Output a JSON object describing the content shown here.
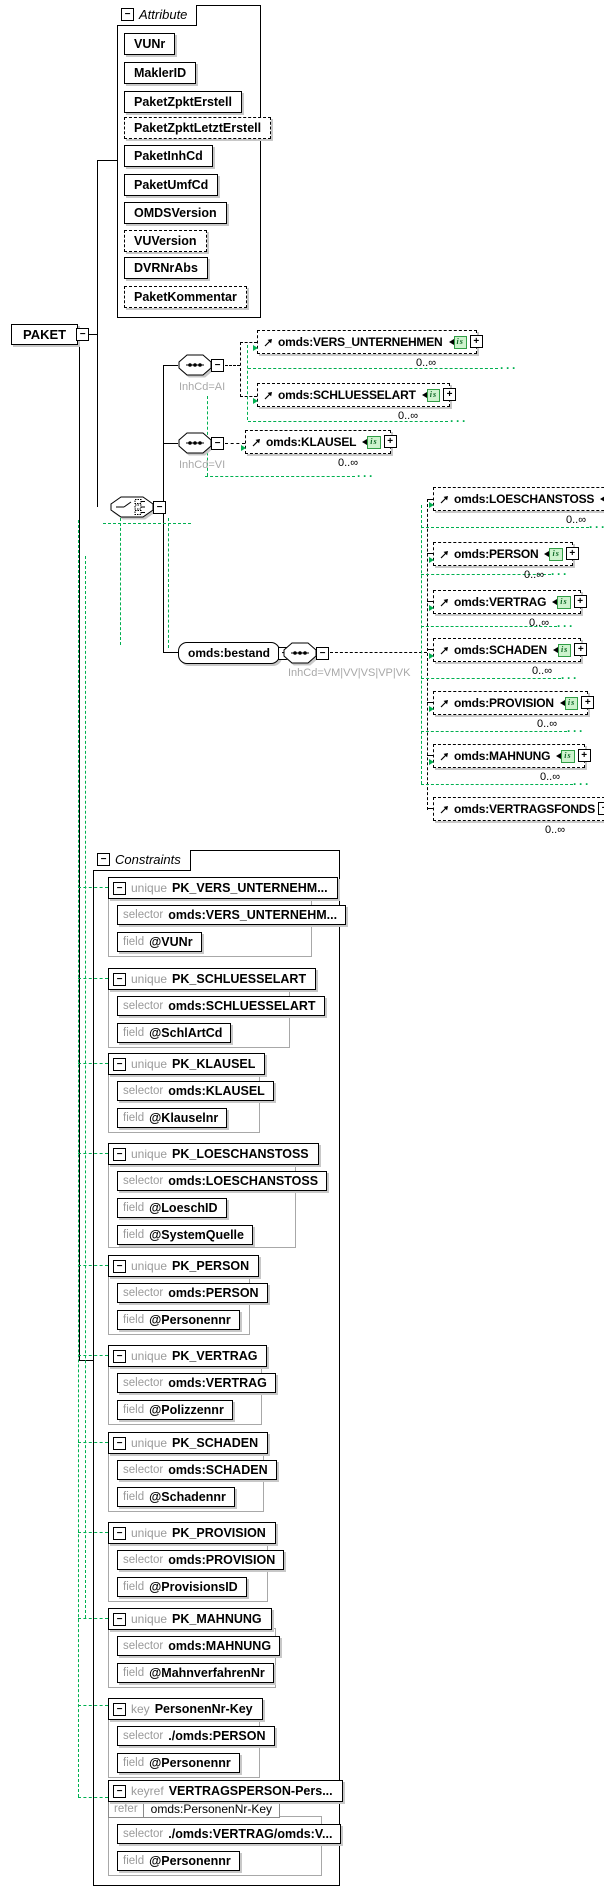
{
  "root": {
    "label": "PAKET"
  },
  "glyphs": {
    "minus": "−",
    "plus": "+",
    "dots": "···"
  },
  "attribute_section": {
    "title": "Attribute",
    "items": [
      {
        "label": "VUNr",
        "optional": false
      },
      {
        "label": "MaklerID",
        "optional": false
      },
      {
        "label": "PaketZpktErstell",
        "optional": false
      },
      {
        "label": "PaketZpktLetztErstell",
        "optional": true
      },
      {
        "label": "PaketInhCd",
        "optional": false
      },
      {
        "label": "PaketUmfCd",
        "optional": false
      },
      {
        "label": "OMDSVersion",
        "optional": false
      },
      {
        "label": "VUVersion",
        "optional": true
      },
      {
        "label": "DVRNrAbs",
        "optional": false
      },
      {
        "label": "PaketKommentar",
        "optional": true
      }
    ]
  },
  "model": {
    "badge": "is",
    "sequences": [
      {
        "label": "InhCd=AI"
      },
      {
        "label": "InhCd=VI"
      },
      {
        "label": "InhCd=VM|VV|VS|VP|VK"
      }
    ],
    "bestand": {
      "label": "omds:bestand"
    },
    "elements": [
      {
        "label": "omds:VERS_UNTERNEHMEN",
        "occurs": "0..∞"
      },
      {
        "label": "omds:SCHLUESSELART",
        "occurs": "0..∞"
      },
      {
        "label": "omds:KLAUSEL",
        "occurs": "0..∞"
      },
      {
        "label": "omds:LOESCHANSTOSS",
        "occurs": "0..∞"
      },
      {
        "label": "omds:PERSON",
        "occurs": "0..∞"
      },
      {
        "label": "omds:VERTRAG",
        "occurs": "0..∞"
      },
      {
        "label": "omds:SCHADEN",
        "occurs": "0..∞"
      },
      {
        "label": "omds:PROVISION",
        "occurs": "0..∞"
      },
      {
        "label": "omds:MAHNUNG",
        "occurs": "0..∞"
      },
      {
        "label": "omds:VERTRAGSFONDS",
        "occurs": "0..∞"
      }
    ]
  },
  "constraints_section": {
    "title": "Constraints",
    "kw_selector": "selector",
    "kw_field": "field",
    "kw_refer": "refer",
    "items": [
      {
        "kind": "unique",
        "name": "PK_VERS_UNTERNEHM...",
        "selector": "omds:VERS_UNTERNEHM...",
        "fields": [
          "@VUNr"
        ]
      },
      {
        "kind": "unique",
        "name": "PK_SCHLUESSELART",
        "selector": "omds:SCHLUESSELART",
        "fields": [
          "@SchlArtCd"
        ]
      },
      {
        "kind": "unique",
        "name": "PK_KLAUSEL",
        "selector": "omds:KLAUSEL",
        "fields": [
          "@Klauselnr"
        ]
      },
      {
        "kind": "unique",
        "name": "PK_LOESCHANSTOSS",
        "selector": "omds:LOESCHANSTOSS",
        "fields": [
          "@LoeschID",
          "@SystemQuelle"
        ]
      },
      {
        "kind": "unique",
        "name": "PK_PERSON",
        "selector": "omds:PERSON",
        "fields": [
          "@Personennr"
        ]
      },
      {
        "kind": "unique",
        "name": "PK_VERTRAG",
        "selector": "omds:VERTRAG",
        "fields": [
          "@Polizzennr"
        ]
      },
      {
        "kind": "unique",
        "name": "PK_SCHADEN",
        "selector": "omds:SCHADEN",
        "fields": [
          "@Schadennr"
        ]
      },
      {
        "kind": "unique",
        "name": "PK_PROVISION",
        "selector": "omds:PROVISION",
        "fields": [
          "@ProvisionsID"
        ]
      },
      {
        "kind": "unique",
        "name": "PK_MAHNUNG",
        "selector": "omds:MAHNUNG",
        "fields": [
          "@MahnverfahrenNr"
        ]
      },
      {
        "kind": "key",
        "name": "PersonenNr-Key",
        "selector": "./omds:PERSON",
        "fields": [
          "@Personennr"
        ]
      },
      {
        "kind": "keyref",
        "name": "VERTRAGSPERSON-Pers...",
        "refer": "omds:PersonenNr-Key",
        "selector": "./omds:VERTRAG/omds:V...",
        "fields": [
          "@Personennr"
        ]
      }
    ]
  },
  "colors": {
    "green": "#00b050",
    "badge_bg": "#cdf3cd"
  }
}
